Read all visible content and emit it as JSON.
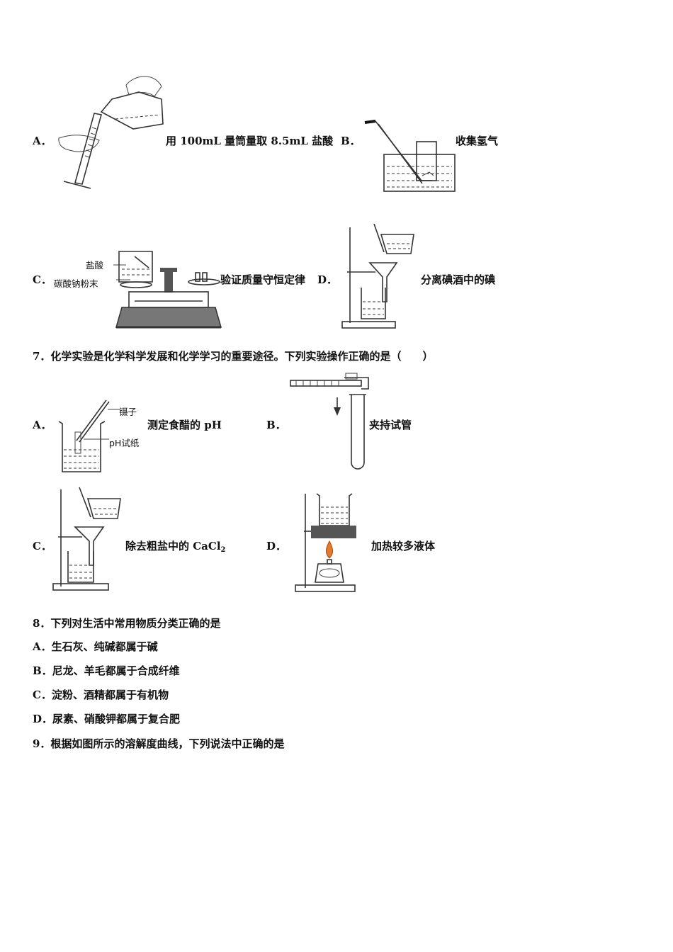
{
  "q6_options": {
    "a": {
      "letter": "A．",
      "text": "用 100mL 量筒量取 8.5mL 盐酸"
    },
    "b": {
      "letter": "B．",
      "text": "收集氢气"
    },
    "c": {
      "letter": "C．",
      "text": "验证质量守恒定律",
      "label_top": "盐酸",
      "label_bottom": "碳酸钠粉末"
    },
    "d": {
      "letter": "D．",
      "text": "分离碘酒中的碘"
    }
  },
  "q7": {
    "stem": "7．化学实验是化学科学发展和化学学习的重要途径。下列实验操作正确的是（　　）",
    "a": {
      "letter": "A．",
      "text": "测定食醋的 pH",
      "label_tweezers": "镊子",
      "label_paper": "pH试纸"
    },
    "b": {
      "letter": "B．",
      "text": "夹持试管"
    },
    "c": {
      "letter": "C．",
      "text": "除去粗盐中的 CaCl",
      "subscript": "2"
    },
    "d": {
      "letter": "D．",
      "text": "加热较多液体"
    }
  },
  "q8": {
    "stem": "8．下列对生活中常用物质分类正确的是",
    "options": [
      "A．生石灰、纯碱都属于碱",
      "B．尼龙、羊毛都属于合成纤维",
      "C．淀粉、酒精都属于有机物",
      "D．尿素、硝酸钾都属于复合肥"
    ]
  },
  "q9": {
    "stem": "9．根据如图所示的溶解度曲线，下列说法中正确的是"
  }
}
